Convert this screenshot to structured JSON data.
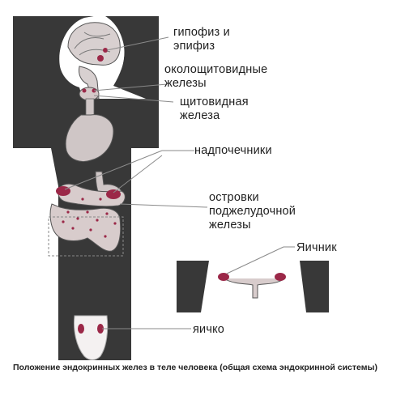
{
  "labels": {
    "pituitary": [
      "гипофиз и",
      "эпифиз"
    ],
    "parathyroid": [
      "околощитовидные",
      "железы"
    ],
    "thyroid": [
      "щитовидная",
      "железа"
    ],
    "adrenal": [
      "надпочечники"
    ],
    "islets": [
      "островки",
      "поджелудочной",
      "железы"
    ],
    "ovary": [
      "Яичник"
    ],
    "testis": [
      "яичко"
    ]
  },
  "caption": "Положение эндокринных желез в теле человека (общая схема эндокринной системы)",
  "colors": {
    "body": "#383838",
    "organ": "#cfc6c6",
    "gland": "#9b2848",
    "leader_line": "#8a8a8a"
  }
}
